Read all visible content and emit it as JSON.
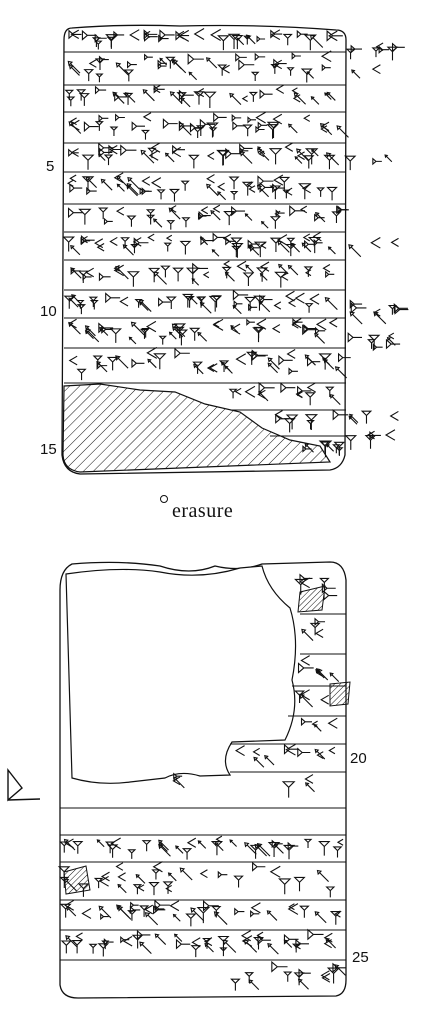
{
  "colors": {
    "ink": "#111111",
    "paper": "#ffffff"
  },
  "obverse": {
    "line_numbers": [
      "5",
      "10",
      "15"
    ]
  },
  "caption": {
    "text": "erasure",
    "marker_icon": "degree-circle-icon"
  },
  "reverse": {
    "line_numbers": [
      "20",
      "25"
    ]
  },
  "margin_sign": {
    "icon": "cuneiform-wedge-icon"
  }
}
